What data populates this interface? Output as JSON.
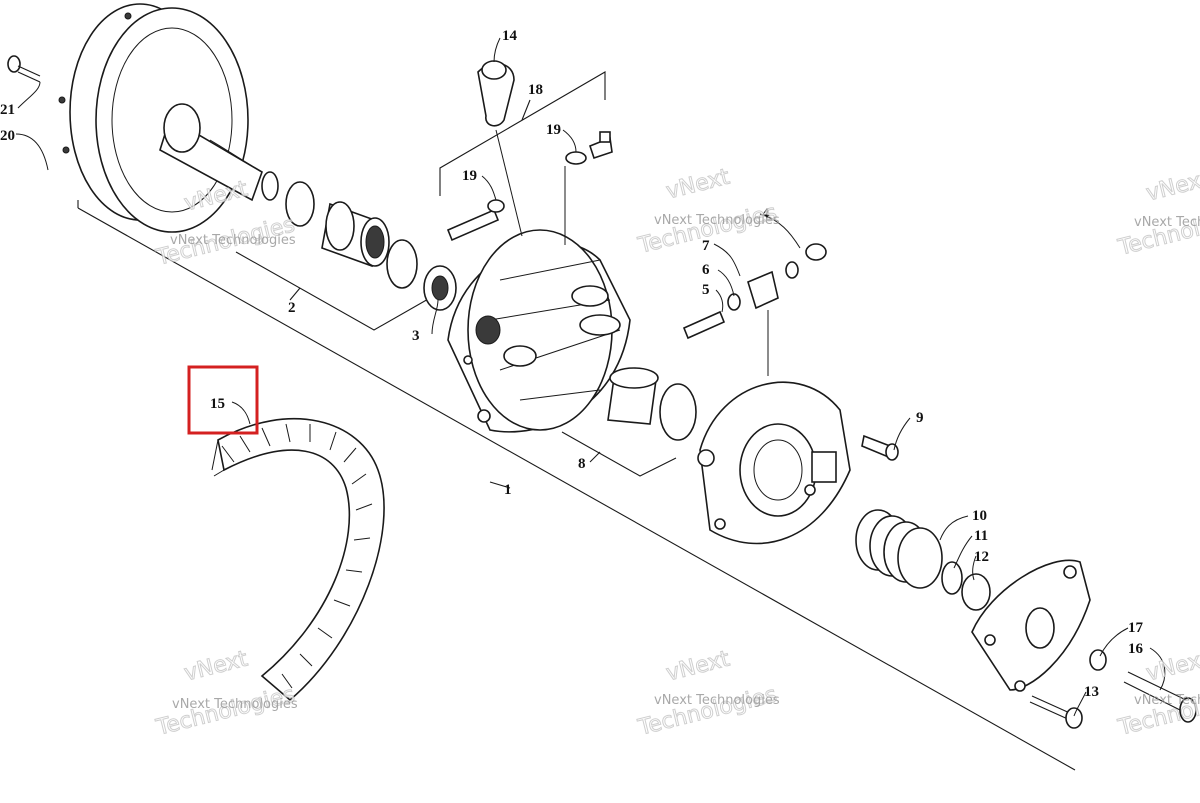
{
  "diagram": {
    "callouts": [
      {
        "id": "c1",
        "text": "1"
      },
      {
        "id": "c2",
        "text": "2"
      },
      {
        "id": "c3",
        "text": "3"
      },
      {
        "id": "c4",
        "text": "4"
      },
      {
        "id": "c5",
        "text": "5"
      },
      {
        "id": "c6",
        "text": "6"
      },
      {
        "id": "c7",
        "text": "7"
      },
      {
        "id": "c8",
        "text": "8"
      },
      {
        "id": "c9",
        "text": "9"
      },
      {
        "id": "c10",
        "text": "10"
      },
      {
        "id": "c11",
        "text": "11"
      },
      {
        "id": "c12",
        "text": "12"
      },
      {
        "id": "c13",
        "text": "13"
      },
      {
        "id": "c14",
        "text": "14"
      },
      {
        "id": "c15",
        "text": "15"
      },
      {
        "id": "c16",
        "text": "16"
      },
      {
        "id": "c17",
        "text": "17"
      },
      {
        "id": "c18",
        "text": "18"
      },
      {
        "id": "c19a",
        "text": "19"
      },
      {
        "id": "c19b",
        "text": "19"
      },
      {
        "id": "c20",
        "text": "20"
      },
      {
        "id": "c21",
        "text": "21"
      }
    ],
    "watermark": {
      "line1": "vNext Technologies",
      "line2": "vNext",
      "line3": "Technologies"
    },
    "highlight": {
      "label": "15",
      "color": "#d42020"
    },
    "colors": {
      "ink": "#1a1a1a",
      "watermark": "#9a9a9a"
    }
  }
}
